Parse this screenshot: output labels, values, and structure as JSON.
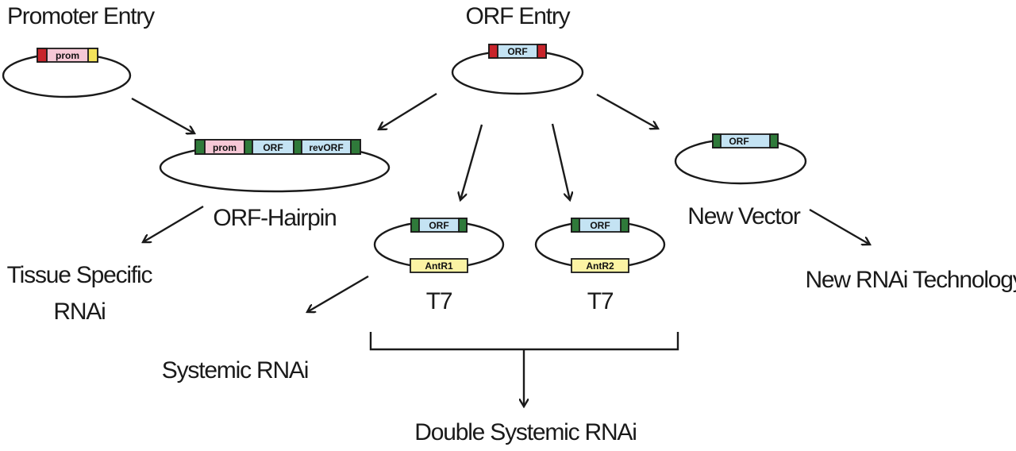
{
  "labels": {
    "promoter_entry": "Promoter Entry",
    "orf_entry": "ORF Entry",
    "orf_hairpin": "ORF-Hairpin",
    "t7_left": "T7",
    "t7_right": "T7",
    "new_vector": "New Vector",
    "tissue_specific_1": "Tissue Specific",
    "tissue_specific_2": "RNAi",
    "systemic_rnai": "Systemic RNAi",
    "double_systemic_rnai": "Double Systemic RNAi",
    "new_rnai_technology": "New RNAi Technology"
  },
  "segments": {
    "prom": "prom",
    "orf": "ORF",
    "rev_orf": "revORF",
    "antr1": "AntR1",
    "antr2": "AntR2"
  },
  "colors": {
    "prom_fill": "#f6c8d6",
    "orf_fill": "#c4e3f3",
    "ant_fill": "#fbf3a4",
    "red_cap": "#c8242b",
    "yellow_cap": "#f3e35a",
    "green_cap": "#2f7a3a",
    "line": "#1a1a1a"
  }
}
